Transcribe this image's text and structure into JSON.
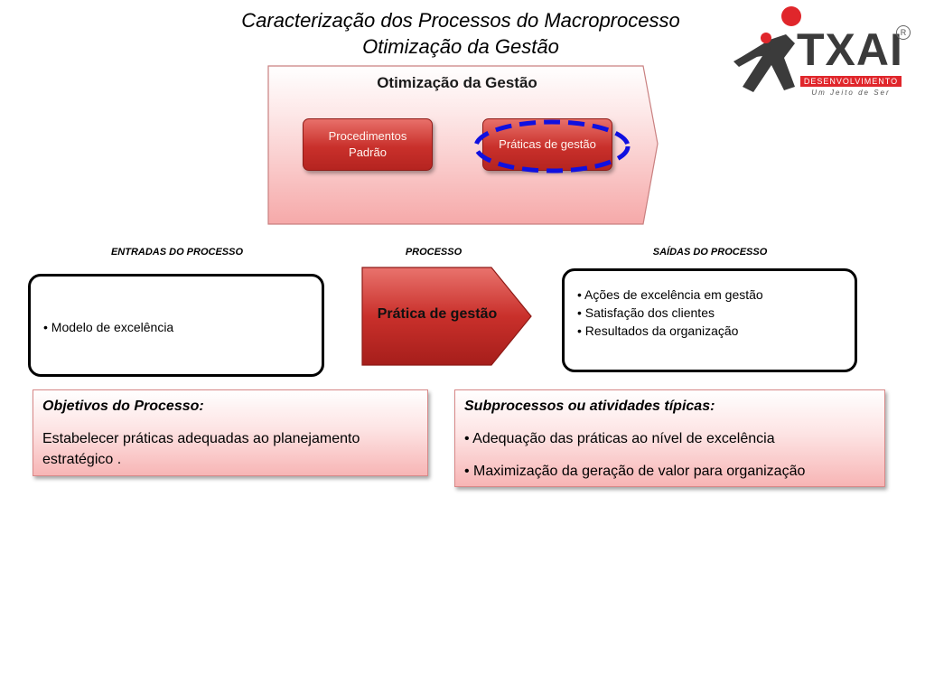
{
  "title": {
    "line1": "Caracterização dos Processos  do  Macroprocesso",
    "line2": "Otimização da Gestão"
  },
  "logo": {
    "word": "TXAI",
    "subtitle": "DESENVOLVIMENTO",
    "tagline": "Um Jeito de Ser",
    "registered": "R"
  },
  "macroprocess": {
    "title": "Otimização da Gestão",
    "items": [
      {
        "label": "Procedimentos Padrão"
      },
      {
        "label": "Práticas de gestão",
        "highlighted": true
      }
    ]
  },
  "sections": {
    "inputs_header": "ENTRADAS DO PROCESSO",
    "process_header": "PROCESSO",
    "outputs_header": "SAÍDAS DO PROCESSO"
  },
  "inputs": [
    "• Modelo de excelência"
  ],
  "process": {
    "label": "Prática de gestão"
  },
  "outputs": [
    "• Ações de excelência em gestão",
    "• Satisfação dos clientes",
    "• Resultados da organização"
  ],
  "objectives": {
    "heading": "Objetivos do Processo:",
    "text": "Estabelecer práticas adequadas ao planejamento estratégico ."
  },
  "subprocesses": {
    "heading": "Subprocessos ou atividades típicas:",
    "items": [
      "• Adequação das práticas ao nível de excelência",
      "•  Maximização da geração de valor para organização"
    ]
  },
  "colors": {
    "primary_red": "#c9302b",
    "highlight_blue": "#1010e0",
    "pink_light": "#fde4e4"
  }
}
